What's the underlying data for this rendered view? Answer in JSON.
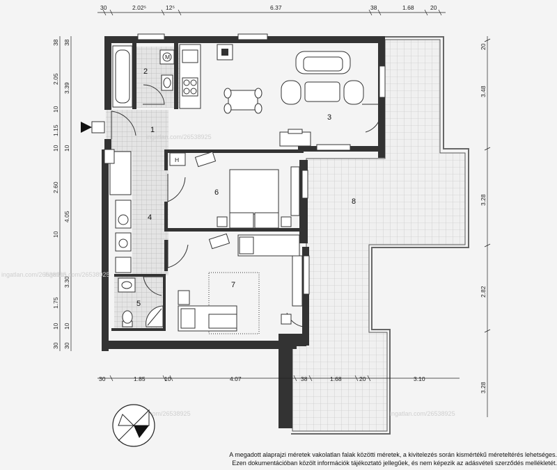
{
  "rooms": [
    "1",
    "2",
    "3",
    "4",
    "5",
    "6",
    "7",
    "8"
  ],
  "top_dims": [
    "30",
    "2.02⁵",
    "12⁵",
    "6.37",
    "38",
    "1.68",
    "20"
  ],
  "bottom_dims": [
    "30",
    "1.85",
    "10",
    "4.07",
    "38",
    "1.68",
    "20",
    "3.10"
  ],
  "left_dims": [
    "38",
    "38",
    "2.05",
    "3.39",
    "10",
    "1.15",
    "10",
    "10",
    "2.60",
    "4.05",
    "10",
    "3.30",
    "1.75",
    "10",
    "10",
    "30",
    "30"
  ],
  "right_dims": [
    "20",
    "3.48",
    "3.28",
    "2.82",
    "3.28"
  ],
  "labels": {
    "heater": "H",
    "m_box": "M"
  },
  "watermarks": [
    "ingatlan.com/26538925",
    "ingatlan.com/26538925",
    "ingatlan.com/26538925",
    "ingatlan.com/26538925",
    "ingatlan.com/26538925"
  ],
  "disclaimer": {
    "line1": "A megadott alaprajzi méretek vakolatlan falak közötti méretek, a kivitelezés során kismértékű méreteltérés lehetséges.",
    "line2": "Ezen dokumentációban közölt információk tájékoztató jellegűek, és nem képezik az adásvételi szerződés mellékletét."
  }
}
